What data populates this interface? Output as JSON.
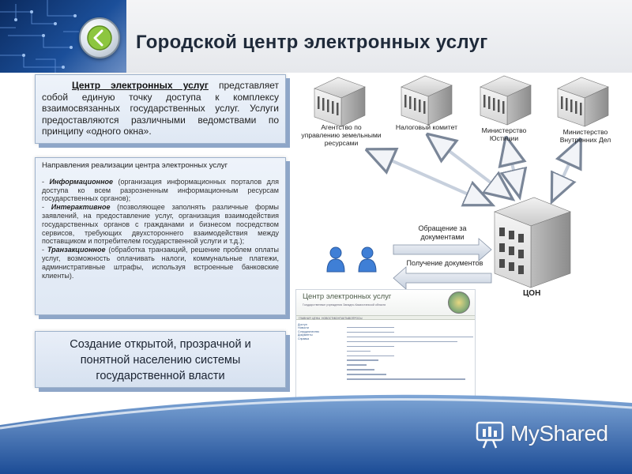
{
  "title": "Городской центр электронных услуг",
  "box1": {
    "lead": "Центр электронных услуг",
    "text": " представляет собой единую точку доступа к комплексу взаимосвязанных государственных услуг. Услуги предоставляются различными ведомствами по принципу «одного окна»."
  },
  "box2": {
    "heading": "Направления реализации центра электронных услуг",
    "items": [
      {
        "prefix": "- ",
        "kw": "Информационное",
        "text": " (организация информационных порталов для доступа ко всем разрозненным информационным ресурсам государственных органов);"
      },
      {
        "prefix": "- ",
        "kw": "Интерактивное",
        "text": " (позволяющее заполнять различные формы заявлений, на предоставление услуг, организация взаимодействия государственных органов с гражданами и бизнесом посредством сервисов, требующих двухстороннего взаимодействия между поставщиком и потребителем государственной услуги и т.д.);"
      },
      {
        "prefix": "- ",
        "kw": "Транзакционное",
        "text": " (обработка транзакций, решение проблем оплаты услуг, возможность оплачивать налоги, коммунальные платежи, административные штрафы, используя встроенные банковские клиенты)."
      }
    ]
  },
  "box3": {
    "text": "Создание открытой, прозрачной и понятной населению системы государственной власти"
  },
  "diagram": {
    "buildings": [
      {
        "label_lines": [
          "Агентство по",
          "управлению земельными",
          "ресурсами"
        ]
      },
      {
        "label_lines": [
          "Налоговый комитет"
        ]
      },
      {
        "label_lines": [
          "Министерство",
          "Юстиции"
        ]
      },
      {
        "label_lines": [
          "Министерство",
          "Внутренних Дел"
        ]
      }
    ],
    "flow_request": [
      "Обращение за",
      "документами"
    ],
    "flow_receive": [
      "Получение документов"
    ],
    "center_label": "ЦОН"
  },
  "website": {
    "name": "Центр электронных услуг",
    "subtitle": "Государственные учреждения Западно-Казахстанской области",
    "nav": [
      "ГЛАВНАЯ",
      "ЦЕНЫ",
      "НОВОСТИ",
      "КОНТАКТЫ",
      "ВОПРОСЫ"
    ],
    "side_links": [
      "Доступ",
      "Новости",
      "Сотрудничество",
      "Документы",
      "Справка"
    ]
  },
  "watermark": {
    "text": "MyShared"
  },
  "colors": {
    "title": "#1f2a3a",
    "box_bg": "#e3ebf6",
    "box_shadow": "#8ea6c8",
    "arrow": "#cfd8e6"
  }
}
